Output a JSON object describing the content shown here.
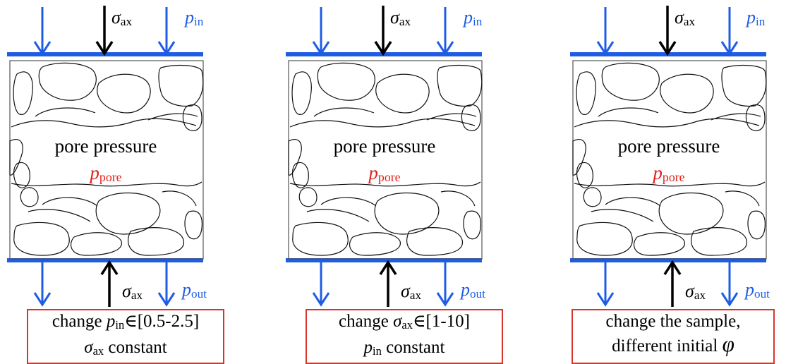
{
  "panels": [
    {
      "sigma_top": {
        "sym": "σ",
        "sub": "ax"
      },
      "p_in": {
        "sym": "p",
        "sub": "in"
      },
      "pore_label": "pore pressure",
      "p_pore": {
        "sym": "p",
        "sub": "pore"
      },
      "sigma_bottom": {
        "sym": "σ",
        "sub": "ax"
      },
      "p_out": {
        "sym": "p",
        "sub": "out"
      },
      "box_line1": {
        "pre": "change ",
        "sym": "p",
        "sub": "in",
        "post": "∈[0.5-2.5]"
      },
      "box_line2": {
        "pre": "",
        "sym": "σ",
        "sub": "ax",
        "post": " constant"
      }
    },
    {
      "sigma_top": {
        "sym": "σ",
        "sub": "ax"
      },
      "p_in": {
        "sym": "p",
        "sub": "in"
      },
      "pore_label": "pore pressure",
      "p_pore": {
        "sym": "p",
        "sub": "pore"
      },
      "sigma_bottom": {
        "sym": "σ",
        "sub": "ax"
      },
      "p_out": {
        "sym": "p",
        "sub": "out"
      },
      "box_line1": {
        "pre": "change ",
        "sym": "σ",
        "sub": "ax",
        "post": "∈[1-10]"
      },
      "box_line2": {
        "pre": "",
        "sym": "p",
        "sub": "in",
        "post": " constant"
      }
    },
    {
      "sigma_top": {
        "sym": "σ",
        "sub": "ax"
      },
      "p_in": {
        "sym": "p",
        "sub": "in"
      },
      "pore_label": "pore pressure",
      "p_pore": {
        "sym": "p",
        "sub": "pore"
      },
      "sigma_bottom": {
        "sym": "σ",
        "sub": "ax"
      },
      "p_out": {
        "sym": "p",
        "sub": "out"
      },
      "box_line1": {
        "pre": "change the sample,",
        "sym": "",
        "sub": "",
        "post": ""
      },
      "box_line2": {
        "pre": "different initial ",
        "sym": "φ",
        "sub": "",
        "post": ""
      }
    }
  ],
  "colors": {
    "pressure": "#1f5ce6",
    "pore": "#e0211a",
    "stress": "#000000",
    "box_border": "#d9342b"
  }
}
